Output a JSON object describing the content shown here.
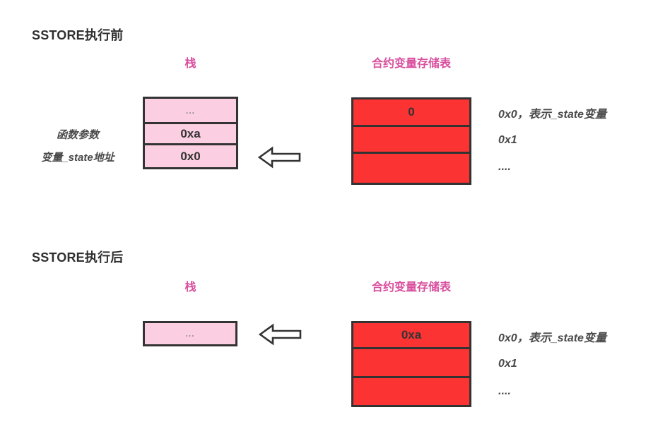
{
  "diagram": {
    "colors": {
      "stack_fill": "#FBCFE1",
      "storage_fill": "#FB3333",
      "box_border": "#333333",
      "heading_pink": "#D94F9E",
      "title_color": "#2F2F2F",
      "annotation_color": "#4A4A4A"
    },
    "sections": [
      {
        "title": "SSTORE执行前",
        "stack_heading": "栈",
        "storage_heading": "合约变量存储表",
        "stack_annotations": [
          "函数参数",
          "变量_state地址"
        ],
        "stack_cells": [
          "...",
          "0xa",
          "0x0"
        ],
        "storage_cells": [
          "0",
          "",
          ""
        ],
        "storage_annotations": [
          "0x0，表示_state变量",
          "0x1",
          "...."
        ]
      },
      {
        "title": "SSTORE执行后",
        "stack_heading": "栈",
        "storage_heading": "合约变量存储表",
        "stack_cells": [
          "..."
        ],
        "storage_cells": [
          "0xa",
          "",
          ""
        ],
        "storage_annotations": [
          "0x0，表示_state变量",
          "0x1",
          "...."
        ]
      }
    ]
  }
}
